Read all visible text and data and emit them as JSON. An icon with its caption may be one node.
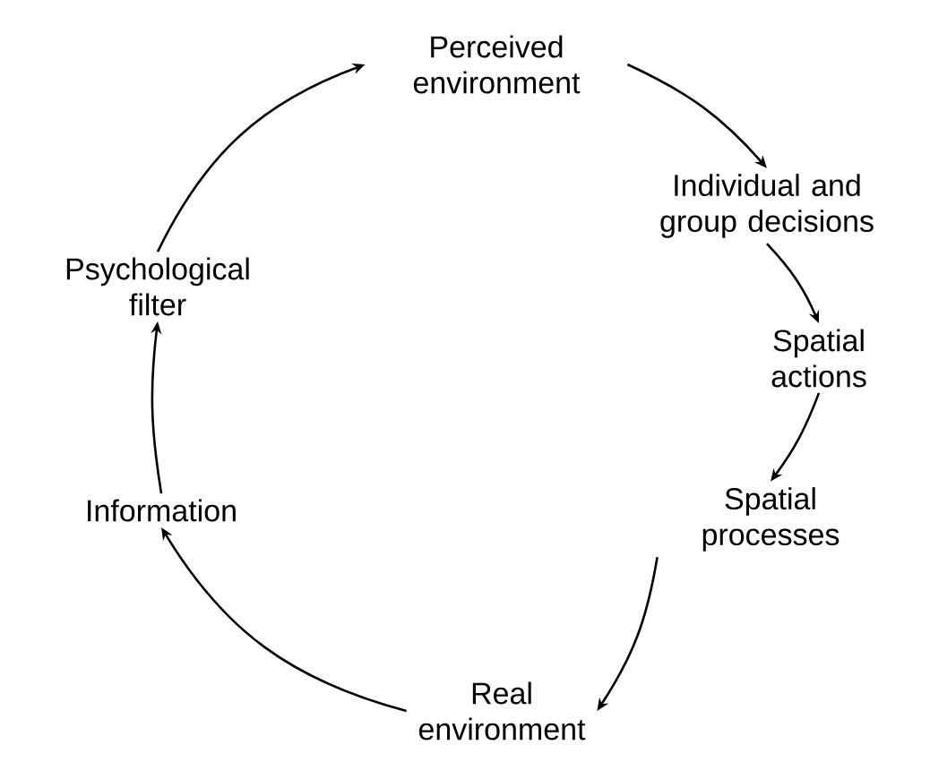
{
  "diagram": {
    "nodes": [
      {
        "text": [
          "Perceived environment"
        ]
      },
      {
        "text": [
          "Individual and group decisions"
        ]
      },
      {
        "text": [
          "Spatial actions"
        ]
      },
      {
        "text": [
          "Spatial processes"
        ]
      },
      {
        "text": [
          "Real environment"
        ]
      },
      {
        "text": [
          "Information"
        ]
      },
      {
        "text": [
          "Psychological filter"
        ]
      }
    ],
    "edges": [
      {
        "from": 0,
        "to": 1,
        "arrow": "to"
      },
      {
        "from": 1,
        "to": 2,
        "arrow": "to"
      },
      {
        "from": 2,
        "to": 3,
        "arrow": "to"
      },
      {
        "from": 3,
        "to": 4,
        "arrow": "to"
      },
      {
        "from": 4,
        "to": 5,
        "arrow": "to"
      },
      {
        "from": 5,
        "to": 6,
        "arrow": "to"
      },
      {
        "from": 6,
        "to": 0,
        "arrow": "to"
      }
    ]
  }
}
